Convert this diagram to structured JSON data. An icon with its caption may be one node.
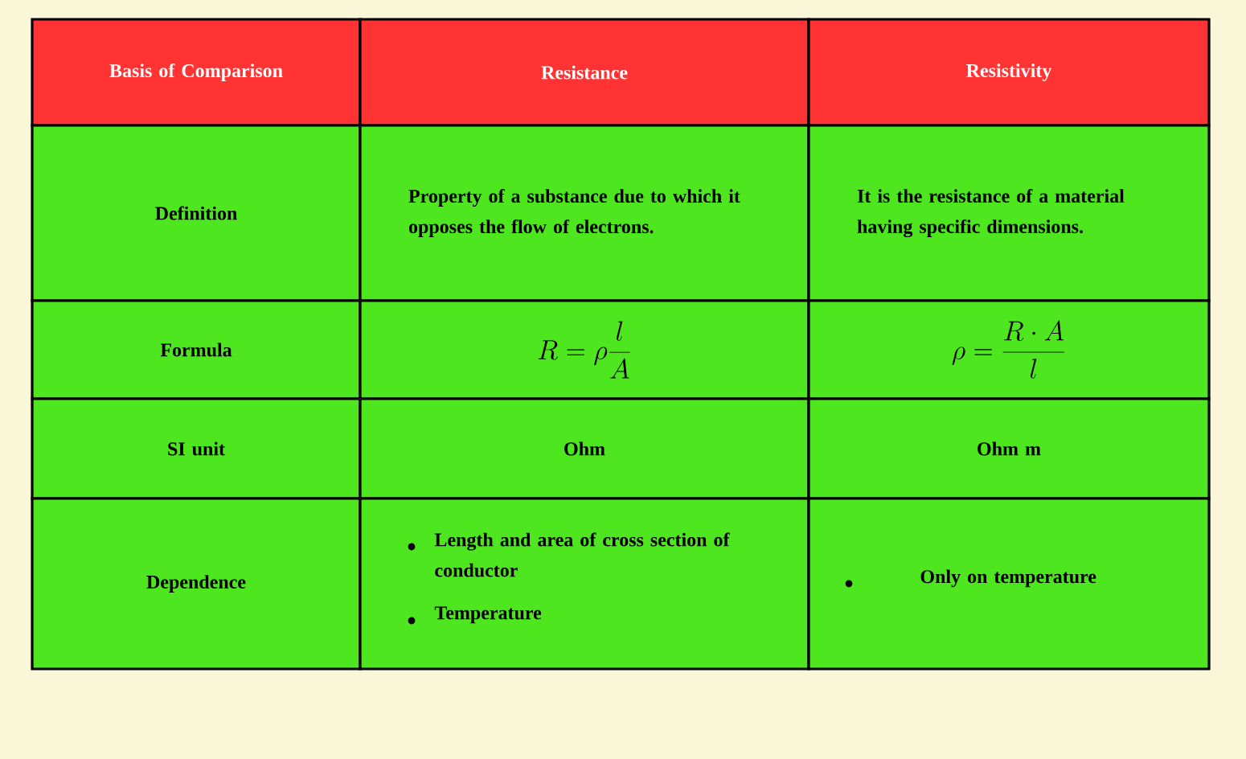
{
  "diagram": {
    "labels": [
      "Basis of Comparison",
      "Resistance",
      "Resistivity",
      "Definition",
      "Property of a substance due to which it opposes the flow of electrons.",
      "It is the resistance of a material having specific dimensions.",
      "Formula",
      "R = \\rho \\frac{l}{A}",
      "\\rho = \\frac{R \\cdot A}{l}",
      "SI unit",
      "Ohm",
      "Ohm m",
      "Dependence",
      "Length and area of cross section of conductor",
      "Temperature",
      "Only on temperature"
    ]
  }
}
